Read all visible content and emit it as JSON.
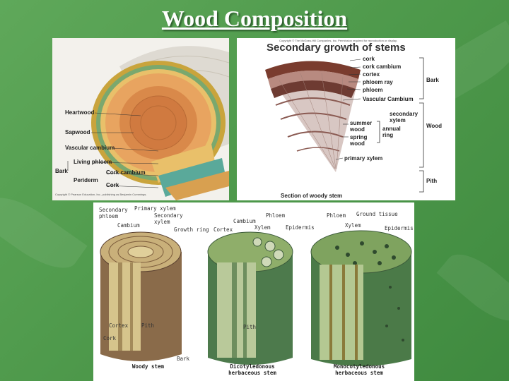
{
  "slide": {
    "title": "Wood Composition"
  },
  "panel_a": {
    "labels": {
      "heartwood": "Heartwood",
      "sapwood": "Sapwood",
      "vascular_cambium": "Vascular cambium",
      "living_phloem": "Living phloem",
      "bark": "Bark",
      "periderm": "Periderm",
      "cork_cambium": "Cork cambium",
      "cork": "Cork"
    },
    "credit": "Copyright © Pearson Education, Inc., publishing as Benjamin Cummings."
  },
  "panel_b": {
    "copyright": "Copyright © The McGraw-Hill Companies, Inc. Permission required for reproduction or display.",
    "title": "Secondary growth of stems",
    "labels": {
      "cork": "cork",
      "cork_cambium": "cork cambium",
      "cortex": "cortex",
      "phloem_ray": "phloem ray",
      "phloem": "phloem",
      "vascular_cambium": "Vascular Cambium",
      "secondary_xylem": "secondary xylem",
      "summer_wood": "summer wood",
      "spring_wood": "spring wood",
      "annual_ring": "annual ring",
      "primary_xylem": "primary xylem",
      "bark": "Bark",
      "wood": "Wood",
      "pith": "Pith"
    },
    "caption": "Section of woody stem"
  },
  "panel_c": {
    "labels": {
      "secondary_phloem": "Secondary phloem",
      "primary_xylem": "Primary xylem",
      "secondary_xylem": "Secondary xylem",
      "cambium": "Cambium",
      "growth_ring": "Growth ring",
      "cortex_left": "Cortex",
      "pith_left": "Pith",
      "cork": "Cork",
      "bark": "Bark",
      "cortex_mid": "Cortex",
      "cambium_mid": "Cambium",
      "phloem_mid": "Phloem",
      "xylem_mid": "Xylem",
      "epidermis_mid": "Epidermis",
      "pith_mid": "Pith",
      "phloem_right": "Phloem",
      "ground_tissue": "Ground tissue",
      "xylem_right": "Xylem",
      "epidermis_right": "Epidermis"
    },
    "captions": {
      "woody": "Woody stem",
      "dicot": "Dicotyledonous herbaceous stem",
      "monocot": "Monocotyledonous herbaceous stem"
    }
  }
}
